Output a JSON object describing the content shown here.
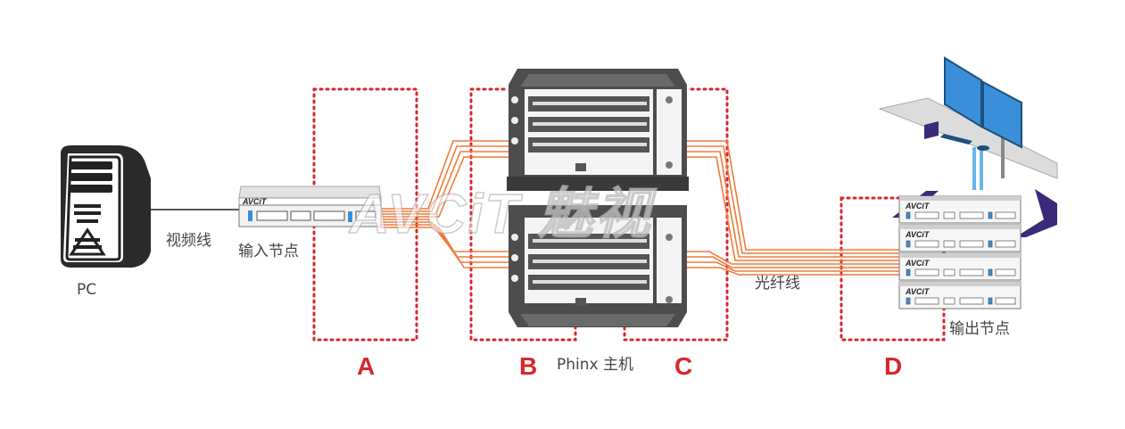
{
  "labels": {
    "pc": "PC",
    "video_cable": "视频线",
    "input_node": "输入节点",
    "host": "Phinx 主机",
    "fiber": "光纤线",
    "output_node": "输出节点"
  },
  "zones": [
    "A",
    "B",
    "C",
    "D"
  ],
  "device_brand": "AVCiT",
  "watermark": "AVCiT 魅视",
  "colors": {
    "zone_border": "#d9262b",
    "zone_label": "#d9262b",
    "fiber": "#f07a3a",
    "chassis": "#4d4d4d",
    "monitor": "#3a8fd8",
    "desk_leg": "#3b2a7a"
  }
}
